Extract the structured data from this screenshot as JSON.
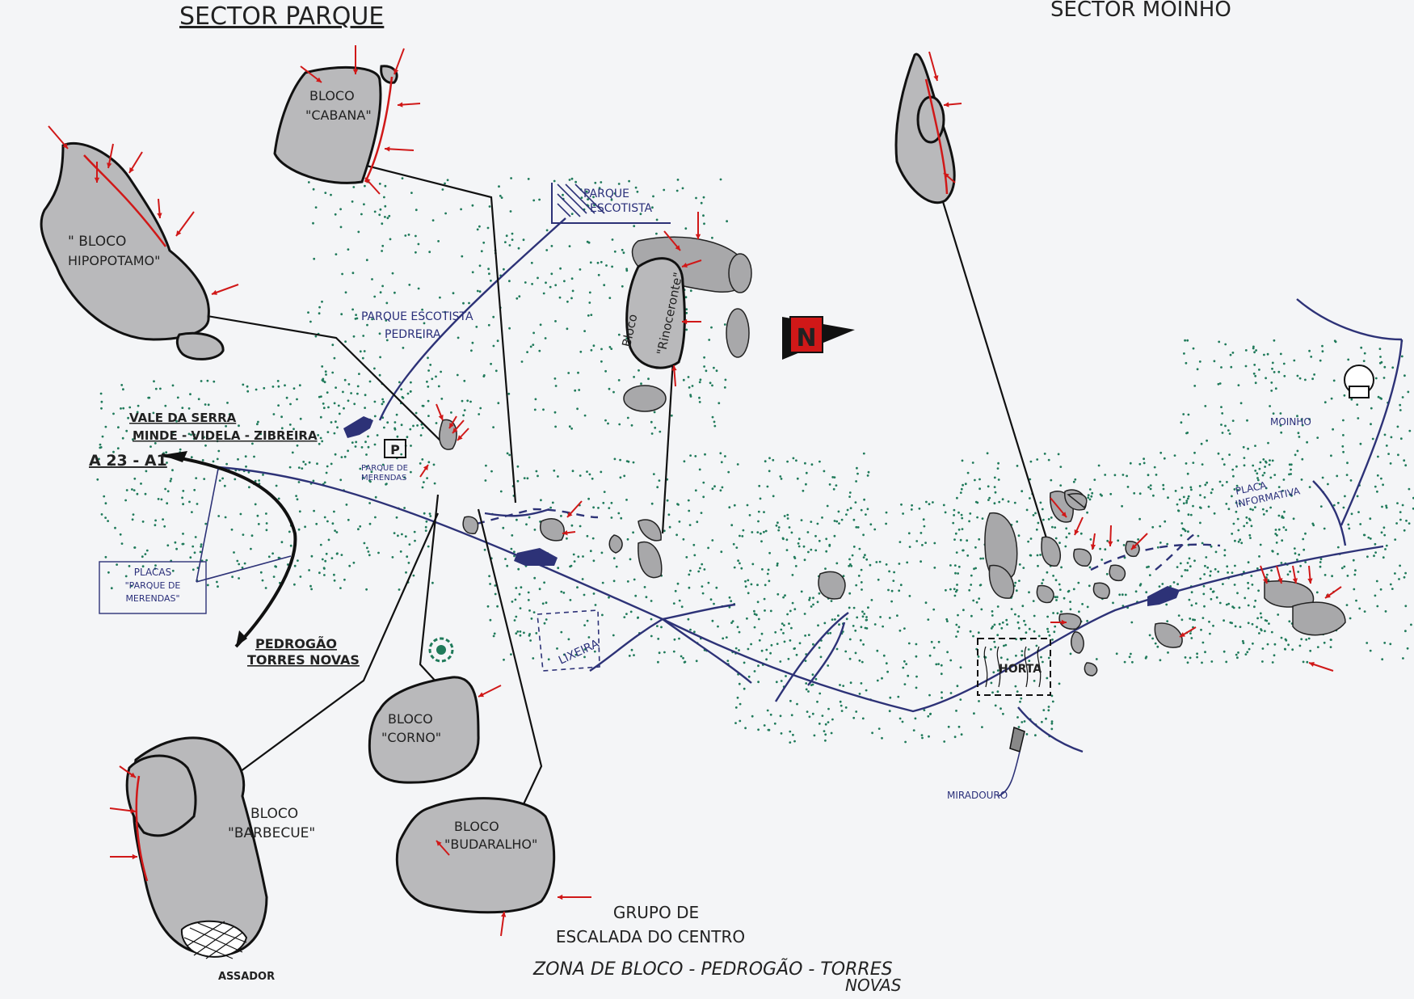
{
  "sectors": {
    "parque": "SECTOR PARQUE",
    "moinho": "SECTOR MOINHO"
  },
  "blocks": {
    "cabana": {
      "line1": "BLOCO",
      "line2": "\"CABANA\""
    },
    "hipopotamo": {
      "line1": "\" BLOCO",
      "line2": "HIPOPOTAMO\""
    },
    "rinoceronte": {
      "line1": "Bloco",
      "line2": "\"Rinoceronte\""
    },
    "corno": {
      "line1": "BLOCO",
      "line2": "\"CORNO\""
    },
    "barbecue": {
      "line1": "BLOCO",
      "line2": "\"BARBECUE\""
    },
    "budaralho": {
      "line1": "BLOCO",
      "line2": "\"BUDARALHO\""
    }
  },
  "places": {
    "parque_escotista_top": [
      "PARQUE",
      "ESCOTISTA"
    ],
    "parque_escotista_pedreira": [
      "PARQUE ESCOTISTA",
      "PEDREIRA"
    ],
    "vale_da_serra": "VALE DA SERRA",
    "minde": "MINDE - VIDELA - ZIBREIRA",
    "a23": "A 23 - A1",
    "parking": "P",
    "parque_merendas": [
      "PARQUE DE",
      "MERENDAS"
    ],
    "placas": [
      "PLACAS",
      "\"PARQUE DE",
      "MERENDAS\""
    ],
    "pedrogao": [
      "PEDROGÃO",
      "TORRES NOVAS"
    ],
    "lixeira": "LIXEIRA",
    "horta": "HORTA",
    "miradouro": "MIRADOURO",
    "moinho": "MOINHO",
    "placa_informativa": [
      "PLACA",
      "INFORMATIVA"
    ],
    "assador": "ASSADOR",
    "north": "N"
  },
  "footer": {
    "line1": "GRUPO DE",
    "line2": "ESCALADA DO CENTRO",
    "line3": "ZONA DE BLOCO - PEDROGÃO - TORRES",
    "line4": "NOVAS"
  },
  "colors": {
    "ink": "#111111",
    "road": "#2d3277",
    "route": "#d01818",
    "dots": "#1f7a5a",
    "rock": "#b9b9bb"
  }
}
